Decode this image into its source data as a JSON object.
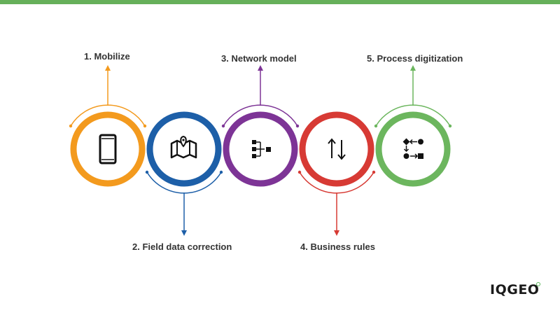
{
  "colors": {
    "top_bar": "#66b05a",
    "step1": "#f39a1e",
    "step2": "#1d5fa8",
    "step3": "#7d3496",
    "step4": "#d73a34",
    "step5": "#6cb65e"
  },
  "steps": [
    {
      "label": "1. Mobilize",
      "icon": "phone-icon"
    },
    {
      "label": "2. Field data correction",
      "icon": "map-pin-icon"
    },
    {
      "label": "3. Network model",
      "icon": "hierarchy-icon"
    },
    {
      "label": "4. Business rules",
      "icon": "arrows-up-down-icon"
    },
    {
      "label": "5. Process digitization",
      "icon": "process-flow-icon"
    }
  ],
  "logo": {
    "text": "IQGEO"
  }
}
